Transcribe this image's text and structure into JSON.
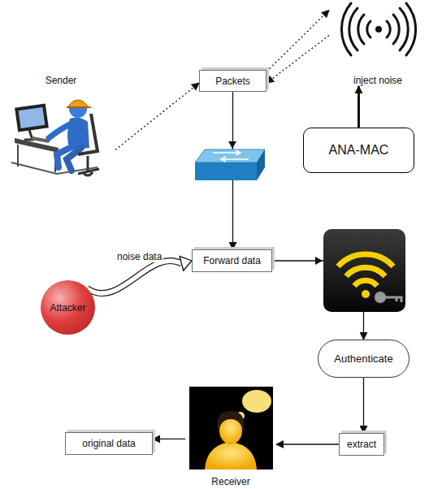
{
  "diagram": {
    "nodes": [
      {
        "text": [
          "Sender"
        ]
      },
      {
        "text": [
          "Packets"
        ]
      },
      {
        "text": [
          "inject noise"
        ]
      },
      {
        "text": [
          "ANA-MAC"
        ]
      },
      {
        "text": [
          "Attacker"
        ]
      },
      {
        "text": [
          "Forward data"
        ]
      },
      {
        "text": [
          "Authenticate"
        ]
      },
      {
        "text": [
          "extract"
        ]
      },
      {
        "text": [
          "Receiver"
        ]
      },
      {
        "text": [
          "original data"
        ]
      }
    ],
    "edges": [
      {
        "from": 0,
        "to": 1,
        "arrow": "to"
      },
      {
        "from": 1,
        "to": 2,
        "arrow": "to"
      },
      {
        "from": 2,
        "to": 1,
        "arrow": "to"
      },
      {
        "from": 3,
        "to": 2,
        "arrow": "to"
      },
      {
        "from": 4,
        "to": 5,
        "label": "noise data",
        "arrow": "to"
      },
      {
        "from": 1,
        "to": 5,
        "arrow": "to"
      },
      {
        "from": 5,
        "to": 6,
        "arrow": "to"
      },
      {
        "from": 6,
        "to": 7,
        "arrow": "to"
      },
      {
        "from": 7,
        "to": 8,
        "arrow": "to"
      },
      {
        "from": 8,
        "to": 9,
        "arrow": "to"
      }
    ]
  }
}
